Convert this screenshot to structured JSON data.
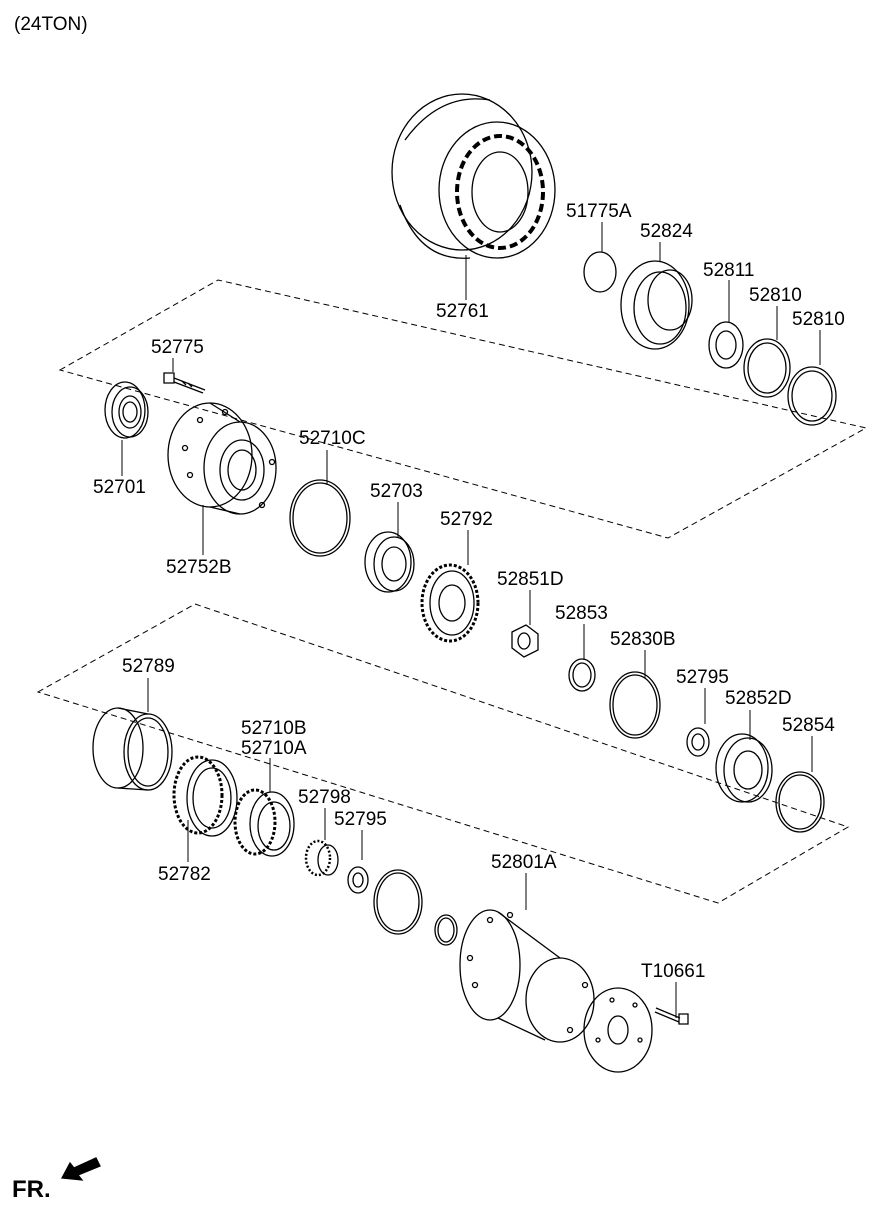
{
  "title": "(24TON)",
  "direction_label": "FR.",
  "parts": [
    {
      "id": "p52761",
      "label": "52761"
    },
    {
      "id": "p51775A",
      "label": "51775A"
    },
    {
      "id": "p52824",
      "label": "52824"
    },
    {
      "id": "p52811",
      "label": "52811"
    },
    {
      "id": "p52810a",
      "label": "52810"
    },
    {
      "id": "p52810b",
      "label": "52810"
    },
    {
      "id": "p52775",
      "label": "52775"
    },
    {
      "id": "p52701",
      "label": "52701"
    },
    {
      "id": "p52752B",
      "label": "52752B"
    },
    {
      "id": "p52710C",
      "label": "52710C"
    },
    {
      "id": "p52703",
      "label": "52703"
    },
    {
      "id": "p52792",
      "label": "52792"
    },
    {
      "id": "p52851D",
      "label": "52851D"
    },
    {
      "id": "p52853",
      "label": "52853"
    },
    {
      "id": "p52830B",
      "label": "52830B"
    },
    {
      "id": "p52795a",
      "label": "52795"
    },
    {
      "id": "p52852D",
      "label": "52852D"
    },
    {
      "id": "p52854",
      "label": "52854"
    },
    {
      "id": "p52789",
      "label": "52789"
    },
    {
      "id": "p52710B",
      "label": "52710B"
    },
    {
      "id": "p52710A",
      "label": "52710A"
    },
    {
      "id": "p52798",
      "label": "52798"
    },
    {
      "id": "p52795b",
      "label": "52795"
    },
    {
      "id": "p52782",
      "label": "52782"
    },
    {
      "id": "p52801A",
      "label": "52801A"
    },
    {
      "id": "pT10661",
      "label": "T10661"
    }
  ]
}
